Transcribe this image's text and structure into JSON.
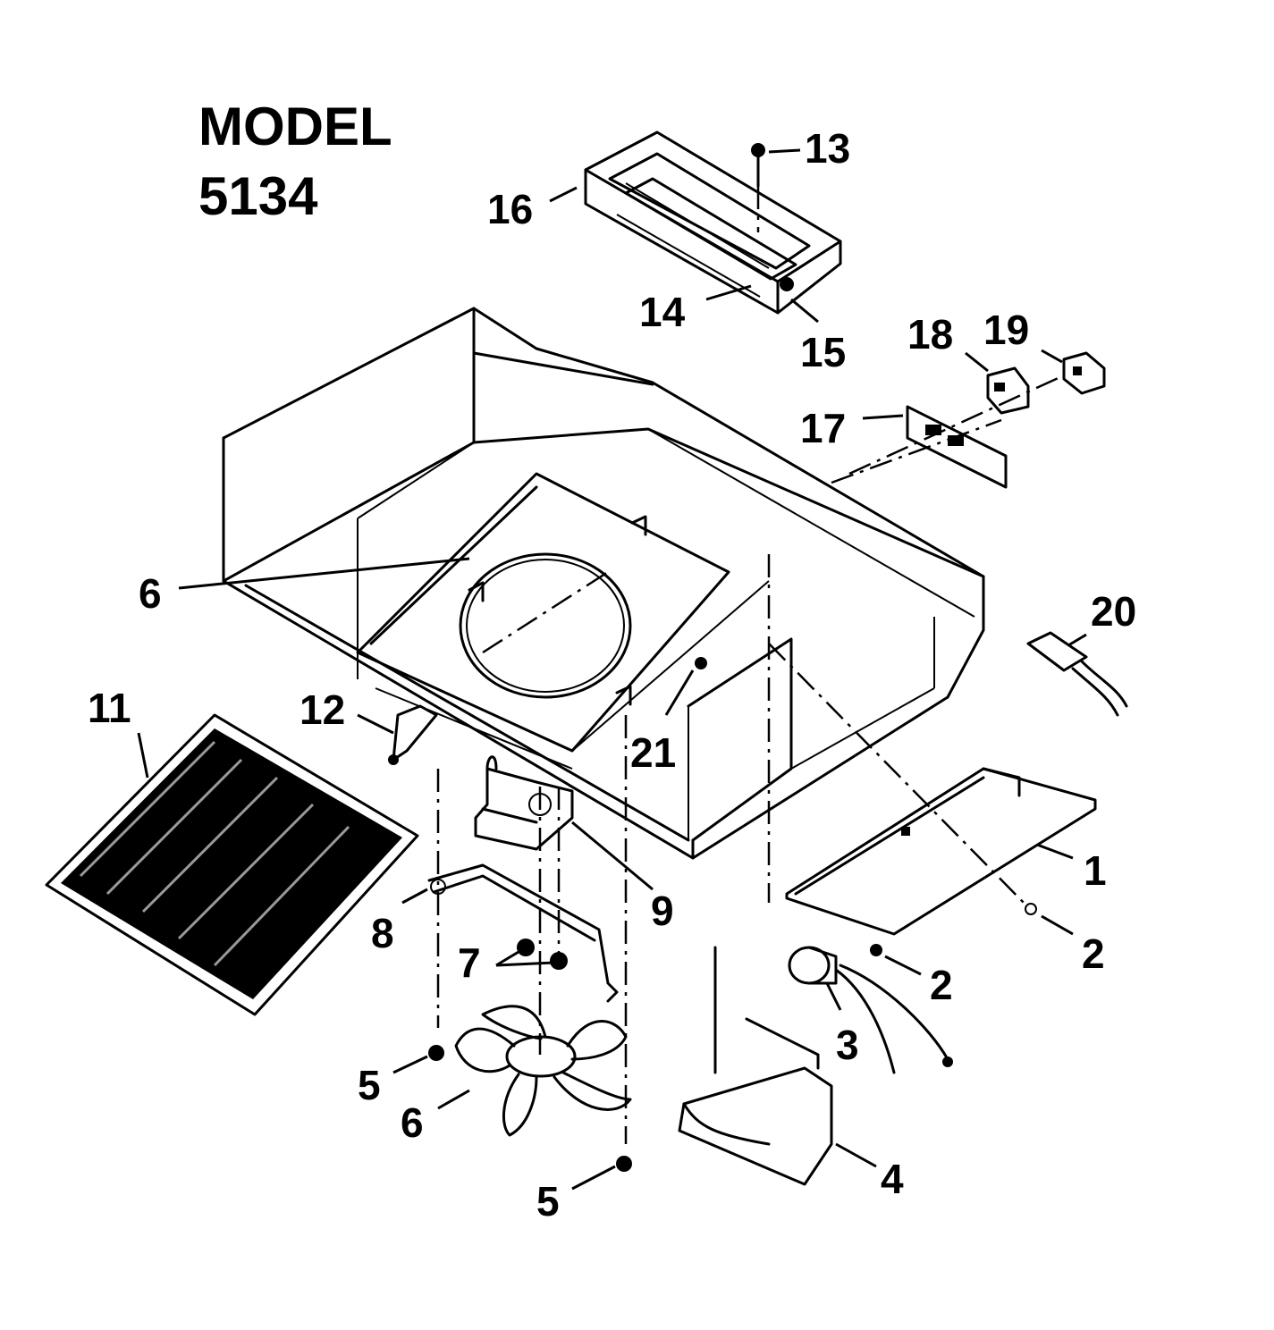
{
  "title": {
    "line1": "MODEL",
    "line2": "5134"
  },
  "part_labels": {
    "p1": "1",
    "p2a": "2",
    "p2b": "2",
    "p3": "3",
    "p4": "4",
    "p5a": "5",
    "p5b": "5",
    "p6a": "6",
    "p6b": "6",
    "p7": "7",
    "p8": "8",
    "p9": "9",
    "p11": "11",
    "p12": "12",
    "p13": "13",
    "p14": "14",
    "p15": "15",
    "p16": "16",
    "p17": "17",
    "p18": "18",
    "p19": "19",
    "p20": "20",
    "p21": "21"
  }
}
